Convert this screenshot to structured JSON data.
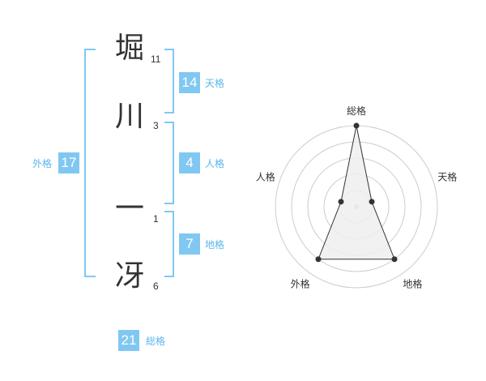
{
  "name_chars": [
    {
      "char": "堀",
      "strokes": "11"
    },
    {
      "char": "川",
      "strokes": "3"
    },
    {
      "char": "一",
      "strokes": "1"
    },
    {
      "char": "冴",
      "strokes": "6"
    }
  ],
  "kaku": {
    "tenkaku": {
      "label": "天格",
      "value": "14"
    },
    "jinkaku": {
      "label": "人格",
      "value": "4"
    },
    "chikaku": {
      "label": "地格",
      "value": "7"
    },
    "gaikaku": {
      "label": "外格",
      "value": "17"
    },
    "soukaku": {
      "label": "総格",
      "value": "21"
    }
  },
  "chart_data": {
    "type": "radar",
    "axes": [
      "総格",
      "天格",
      "地格",
      "外格",
      "人格"
    ],
    "values": [
      5,
      1,
      4,
      4,
      1
    ],
    "rmax": 5,
    "rings": 5,
    "colors": {
      "fill": "#eeeeee",
      "stroke": "#333333",
      "point": "#333333",
      "grid": "#cccccc"
    }
  }
}
